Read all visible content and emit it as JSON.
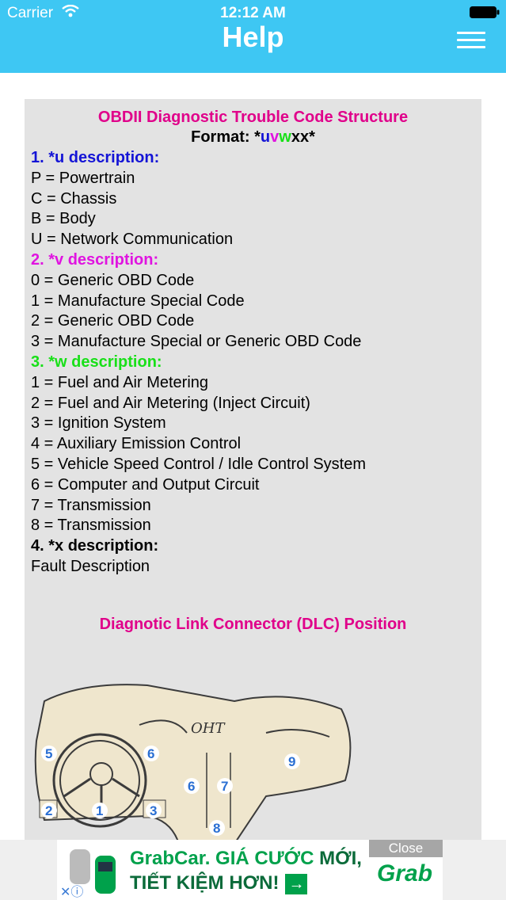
{
  "status": {
    "carrier": "Carrier",
    "time": "12:12 AM"
  },
  "header": {
    "title": "Help"
  },
  "content": {
    "section1_title": "OBDII Diagnostic Trouble Code Structure",
    "format_label": "Format: *",
    "format_u": "u",
    "format_v": "v",
    "format_w": "w",
    "format_rest": "xx*",
    "u_heading": "1. *u description:",
    "u_items": [
      "P = Powertrain",
      "C = Chassis",
      "B = Body",
      "U = Network Communication"
    ],
    "v_heading": "2. *v description:",
    "v_items": [
      "0 = Generic OBD Code",
      "1 = Manufacture Special Code",
      "2 = Generic OBD Code",
      "3 = Manufacture Special or Generic OBD Code"
    ],
    "w_heading": "3. *w description:",
    "w_items": [
      "1 = Fuel and Air Metering",
      "2 = Fuel and Air Metering (Inject Circuit)",
      "3 = Ignition System",
      "4 = Auxiliary Emission Control",
      "5 = Vehicle Speed Control / Idle Control System",
      "6 = Computer and Output Circuit",
      "7 = Transmission",
      "8 = Transmission"
    ],
    "x_heading": "4. *x description:",
    "x_items": [
      "Fault Description"
    ],
    "section2_title": "Diagnotic Link Connector (DLC) Position",
    "diagram": {
      "labels": [
        "5",
        "6",
        "2",
        "1",
        "3",
        "6",
        "7",
        "9",
        "8"
      ],
      "handwriting": "OHT"
    },
    "colors": {
      "header": "#3ec7f3",
      "title": "#e0008a",
      "u": "#1414d6",
      "v": "#e014e0",
      "w": "#18e018"
    }
  },
  "ad": {
    "line1_a": "GrabCar. GIÁ CƯỚC ",
    "line1_b": "MỚI,",
    "line2": "TIẾT KIỆM HƠN!",
    "arrow": "→",
    "close": "Close",
    "brand": "Grab",
    "adchoices": "✕ⓘ"
  }
}
